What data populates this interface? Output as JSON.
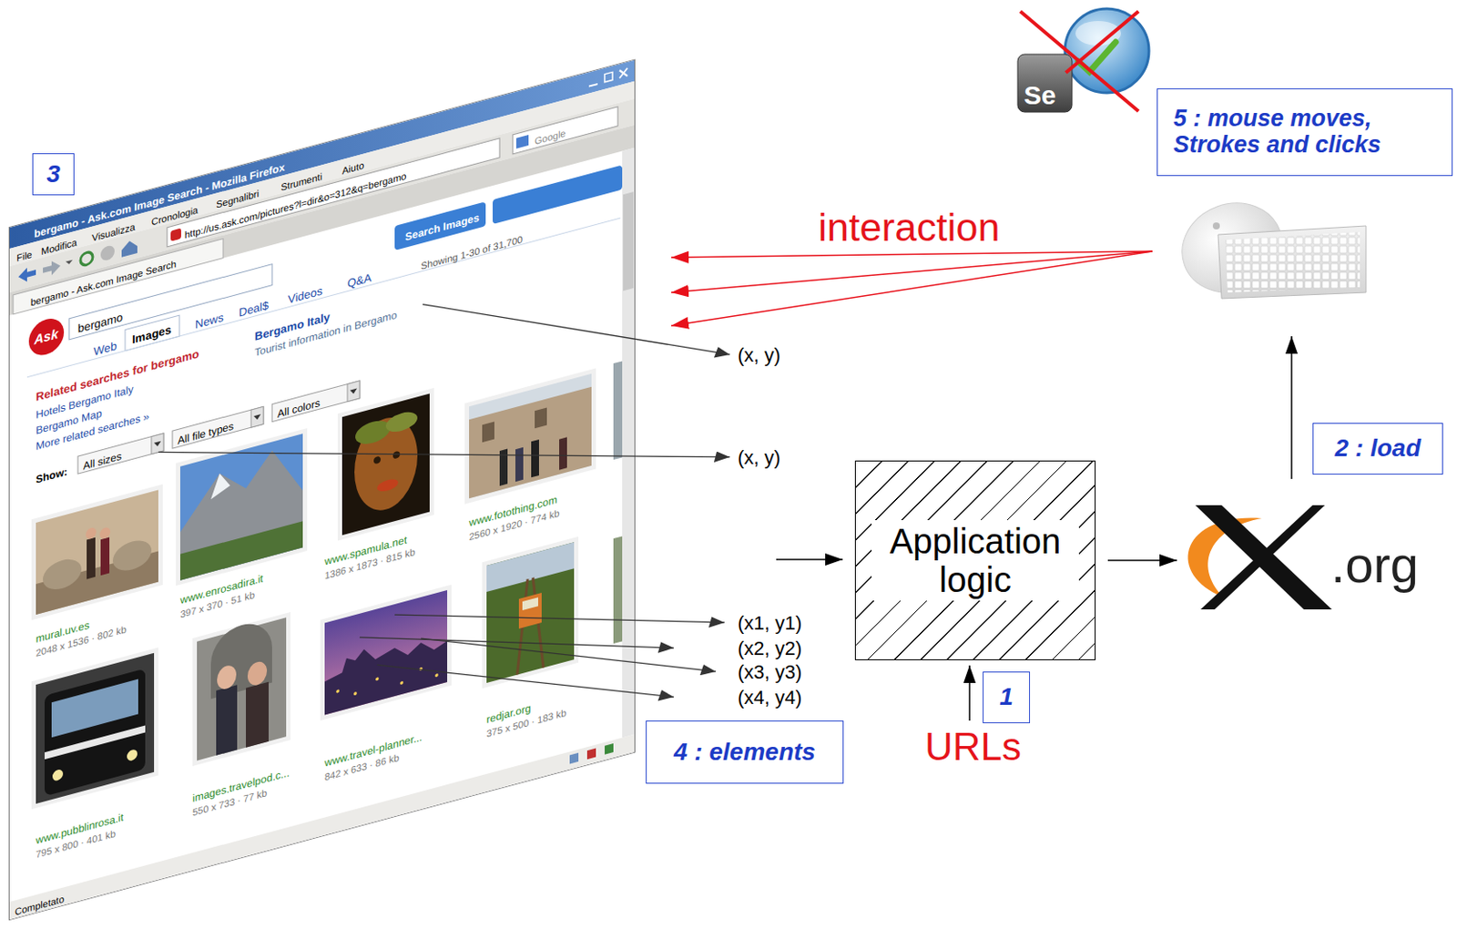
{
  "diagram": {
    "nodes": [
      {
        "text": [
          "5 : mouse moves, Strokes and clicks"
        ]
      },
      {
        "text": [
          "3"
        ]
      },
      {
        "text": [
          "2 : load"
        ]
      },
      {
        "text": [
          "Application logic"
        ]
      },
      {
        "text": [
          ".org"
        ]
      },
      {
        "text": [
          "1"
        ]
      },
      {
        "text": [
          "4 : elements"
        ]
      }
    ],
    "edges": [
      {
        "from": 3,
        "to": 4,
        "arrow": "to"
      }
    ],
    "labels": [
      "bergamo - Ask.com Image Search - Mozilla Firefox",
      "File",
      "Modifica",
      "Visualizza",
      "Cronologia",
      "Segnalibri",
      "Strumenti",
      "Aiuto",
      "http://us.ask.com/pictures?l=dir&o=312&q=bergamo",
      "Google",
      "bergamo - Ask.com Image Search",
      "bergamo",
      "Search Images",
      "Web",
      "Images",
      "News",
      "Deal$",
      "Videos",
      "Q&A",
      "Showing 1-30 of 31,700",
      "Related searches for bergamo",
      "Hotels Bergamo Italy",
      "Bergamo Map",
      "More related searches »",
      "Bergamo Italy",
      "Tourist information in Bergamo",
      "Show:",
      "All sizes",
      "All file types",
      "All colors",
      "mural.uv.es",
      "2048 x 1536 · 802 kb",
      "www.enrosadira.it",
      "397 x 370 · 51 kb",
      "www.spamula.net",
      "1386 x 1873 · 815 kb",
      "www.fotothing.com",
      "2560 x 1920 · 774 kb",
      "www.pubblinrosa.it",
      "795 x 800 · 401 kb",
      "images.travelpod.c...",
      "550 x 733 · 77 kb",
      "www.travel-planner...",
      "842 x 633 · 86 kb",
      "redjar.org",
      "375 x 500 · 183 kb",
      "Completato",
      "Ask",
      "Se",
      "interaction",
      "(x, y)",
      "(x, y)",
      "(x1, y1)",
      "(x2, y2)",
      "(x3, y3)",
      "(x4, y4)",
      "URLs"
    ]
  }
}
